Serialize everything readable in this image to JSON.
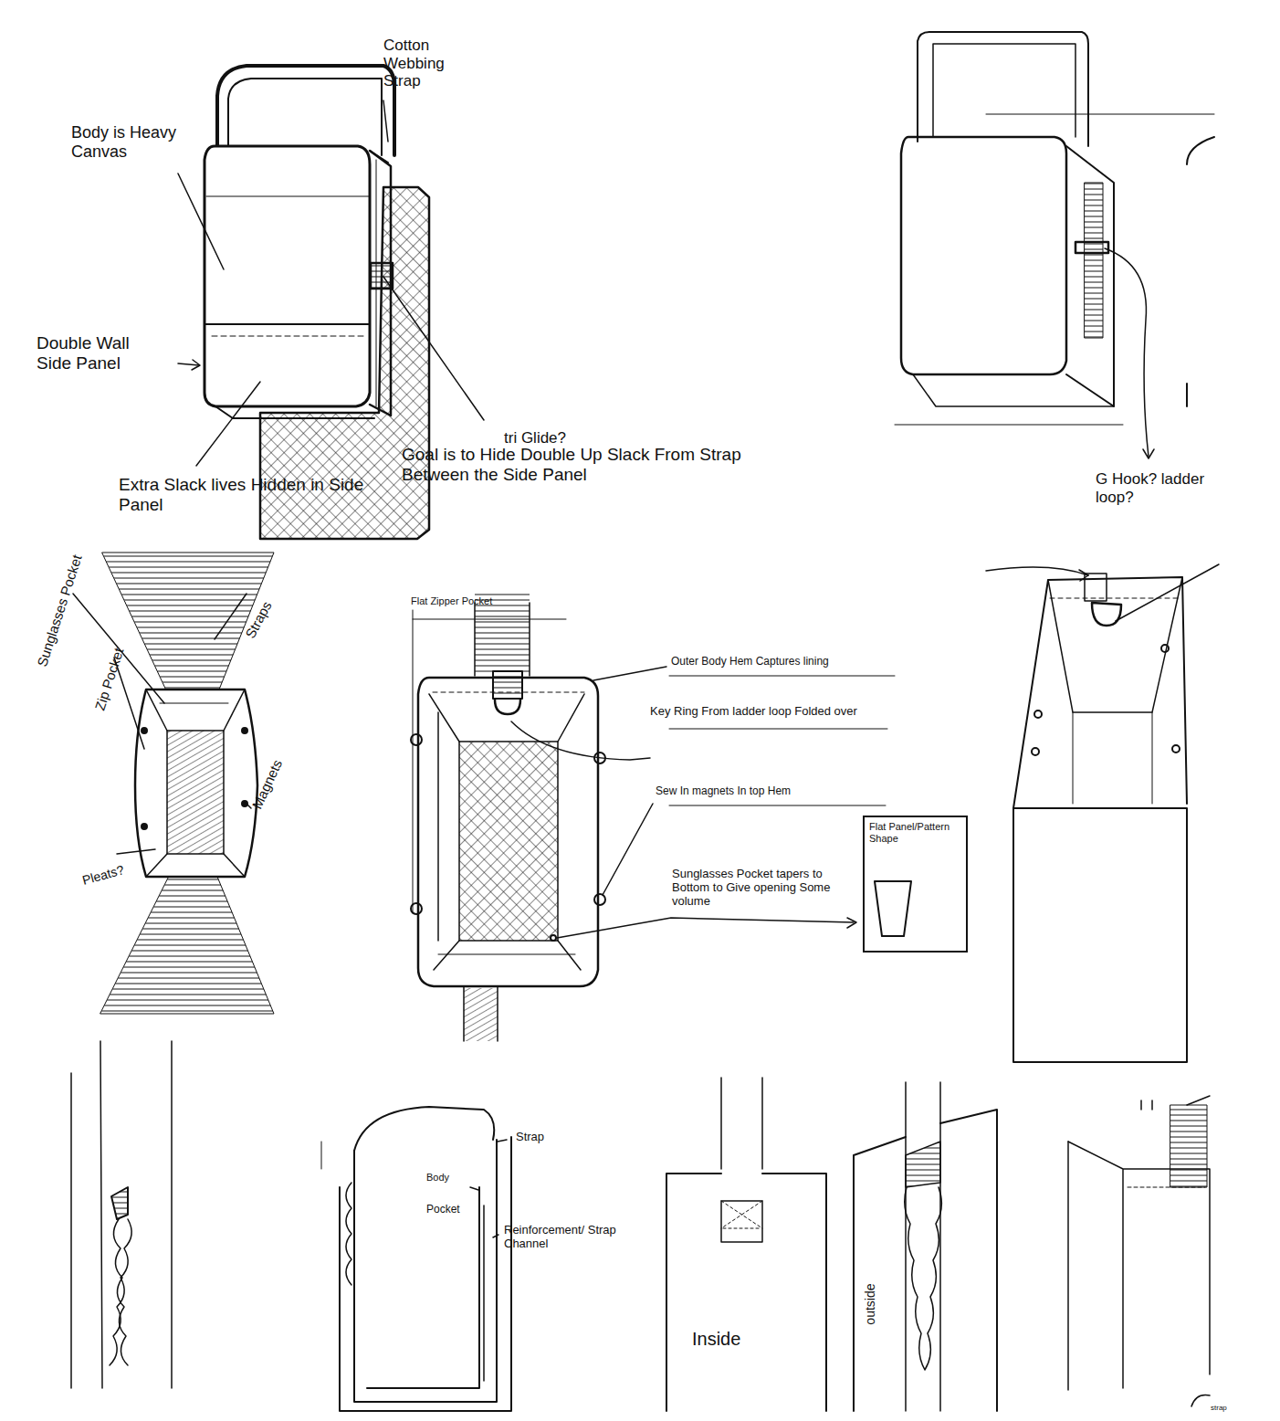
{
  "diagram": {
    "nodes": [
      {
        "text": [
          "Flat Panel/Pattern Shape"
        ]
      }
    ],
    "labels": [
      "Cotton Webbing Strap",
      "Body is Heavy Canvas",
      "Double Wall Side Panel",
      "Extra Slack lives Hidden in Side Panel",
      "tri Glide?",
      "Goal is to Hide Double Up Slack From Strap Between the Side Panel",
      "G Hook? ladder loop?",
      "Sunglasses Pocket",
      "Straps",
      "Zip Pocket",
      "Magnets",
      "Pleats?",
      "Flat Zipper Pocket",
      "Outer Body Hem Captures lining",
      "Key Ring From ladder loop Folded over",
      "Sew In magnets In top Hem",
      "Sunglasses Pocket tapers to Bottom to Give opening Some volume",
      "Strap",
      "Body",
      "Pocket",
      "Reinforcement/ Strap Channel",
      "Inside",
      "outside",
      "strap"
    ]
  }
}
